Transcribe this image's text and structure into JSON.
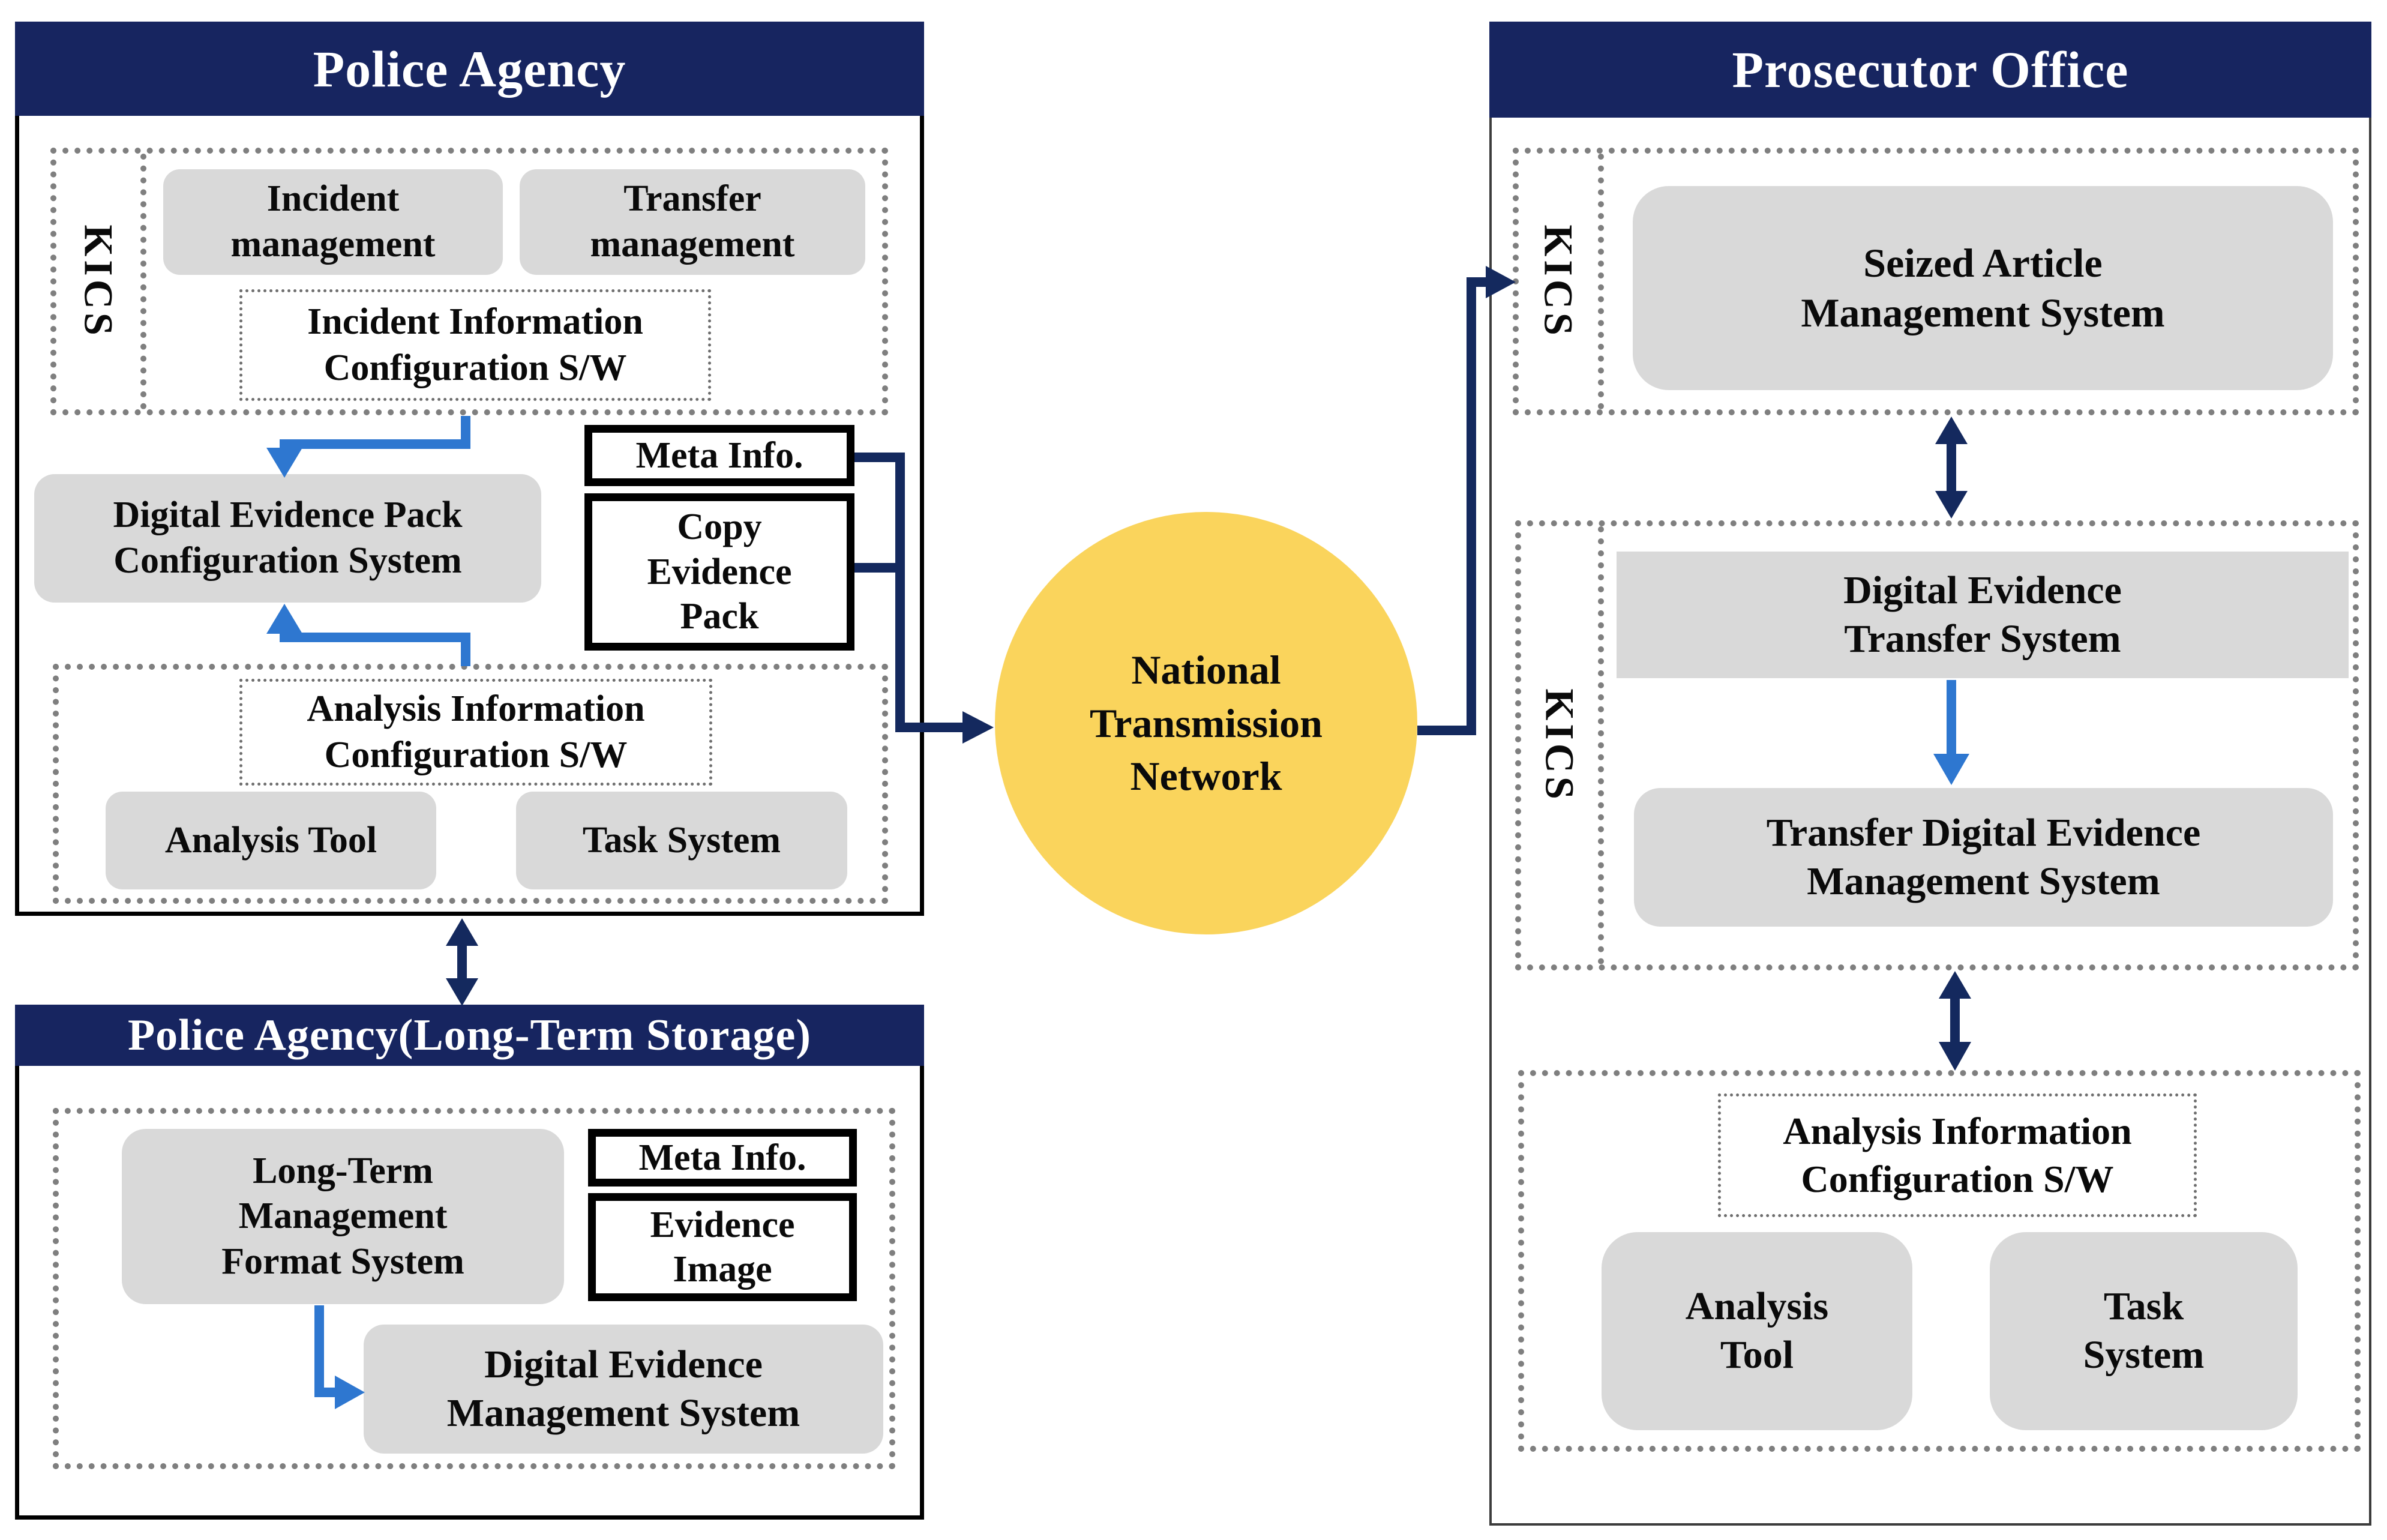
{
  "colors": {
    "header_navy": "#172560",
    "arrow_navy": "#14295E",
    "arrow_blue": "#2E77D0",
    "box_gray": "#D9D9D9",
    "circle_yellow": "#FAD45C",
    "dotted_border_gray": "#7F7F7F"
  },
  "police": {
    "title": "Police Agency",
    "kics": "KICS",
    "incident_mgmt": "Incident\nmanagement",
    "transfer_mgmt": "Transfer\nmanagement",
    "incident_info_sw": "Incident Information\nConfiguration S/W",
    "depcs": "Digital Evidence Pack\nConfiguration System",
    "meta_info": "Meta Info.",
    "copy_pack": "Copy\nEvidence\nPack",
    "analysis_info_sw": "Analysis Information\nConfiguration S/W",
    "analysis_tool": "Analysis Tool",
    "task_system": "Task System"
  },
  "network": {
    "label": "National\nTransmission\nNetwork"
  },
  "longterm": {
    "title": "Police Agency(Long-Term Storage)",
    "ltmfs": "Long-Term\nManagement\nFormat System",
    "meta_info": "Meta Info.",
    "evidence_image": "Evidence\nImage",
    "dems": "Digital Evidence\nManagement System"
  },
  "prosecutor": {
    "title": "Prosecutor Office",
    "kics_top": "KICS",
    "kics_mid": "KICS",
    "sams": "Seized Article\nManagement System",
    "dets": "Digital Evidence\nTransfer System",
    "tdems": "Transfer Digital Evidence\nManagement System",
    "analysis_info_sw": "Analysis Information\nConfiguration S/W",
    "analysis_tool": "Analysis\nTool",
    "task_system": "Task\nSystem"
  }
}
